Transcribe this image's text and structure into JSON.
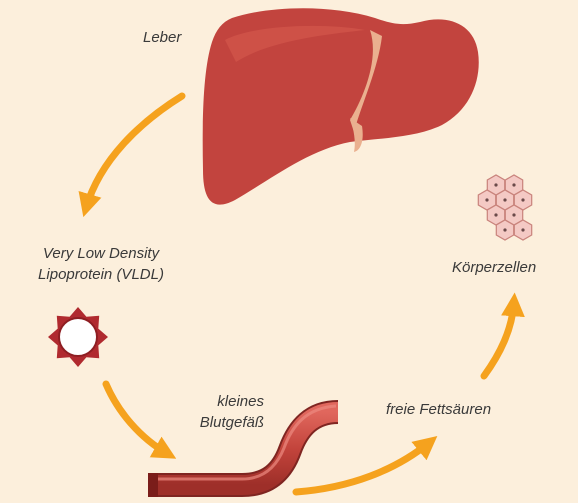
{
  "labels": {
    "liver": "Leber",
    "vldl": [
      "Very Low Density",
      "Lipoprotein (VLDL)"
    ],
    "vessel": [
      "kleines",
      "Blutgefäß"
    ],
    "fatty_acids": "freie Fettsäuren",
    "body_cells": "Körperzellen"
  },
  "colors": {
    "background": "#fcefdc",
    "arrow": "#f5a21e",
    "liver": "#c2443e",
    "liver_highlight": "#d65a4f",
    "gallbladder": "#eab08f",
    "vessel": "#c8473f",
    "vldl": "#b02a2f",
    "cells": "#f4c9c4"
  },
  "icons": [
    "liver-icon",
    "vldl-particle-icon",
    "blood-vessel-icon",
    "body-cells-icon",
    "cycle-arrow-icon"
  ]
}
